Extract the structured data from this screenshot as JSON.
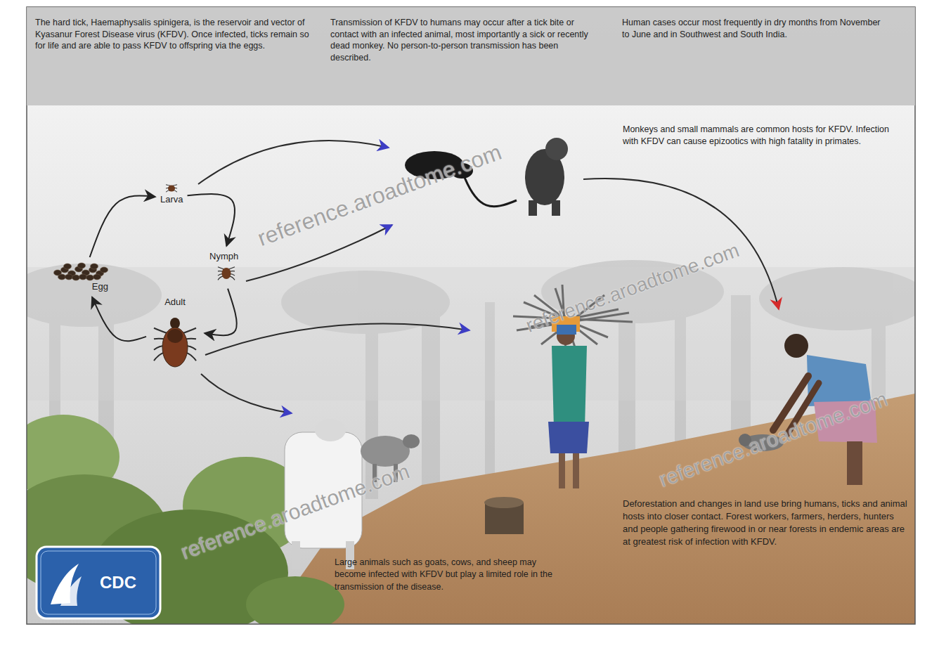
{
  "diagram": {
    "nodes": [
      {
        "text": [
          "The hard tick, Haemaphysalis spinigera, is the reservoir and vector of Kyasanur Forest Disease virus (KFDV). Once infected, ticks remain so for life and are able to pass KFDV to offspring via the eggs.",
          "Transmission of KFDV to humans may occur after a tick bite or contact with an infected animal, most importantly a sick or recently dead monkey. No person-to-person transmission has been described.",
          "Human cases occur most frequently in dry months from November to June and in Southwest and South India."
        ]
      },
      {
        "text": [
          "Egg"
        ]
      },
      {
        "text": [
          "Larva"
        ]
      },
      {
        "text": [
          "Nymph"
        ]
      },
      {
        "text": [
          "Adult"
        ]
      }
    ],
    "edges": [
      {
        "from": 1,
        "to": 2,
        "arrow": "to"
      },
      {
        "from": 2,
        "to": 3,
        "arrow": "to"
      },
      {
        "from": 3,
        "to": 4,
        "arrow": "to"
      },
      {
        "from": 4,
        "to": 1,
        "arrow": "to"
      }
    ],
    "labels": [
      "Monkeys and small mammals are common hosts for KFDV. Infection with KFDV can cause epizootics with high fatality in primates.",
      "Large animals such as goats, cows, and sheep may become infected with KFDV but play a limited role in the transmission of the disease.",
      "Deforestation and changes in land use bring humans, ticks and animal hosts into closer contact. Forest workers, farmers, herders, hunters and people gathering firewood in or near forests in endemic areas are at greatest risk of infection with KFDV.",
      "reference.aroadtome.com",
      "reference.aroadtome.com",
      "reference.aroadtome.com",
      "reference.aroadtome.com",
      "CDC"
    ]
  }
}
